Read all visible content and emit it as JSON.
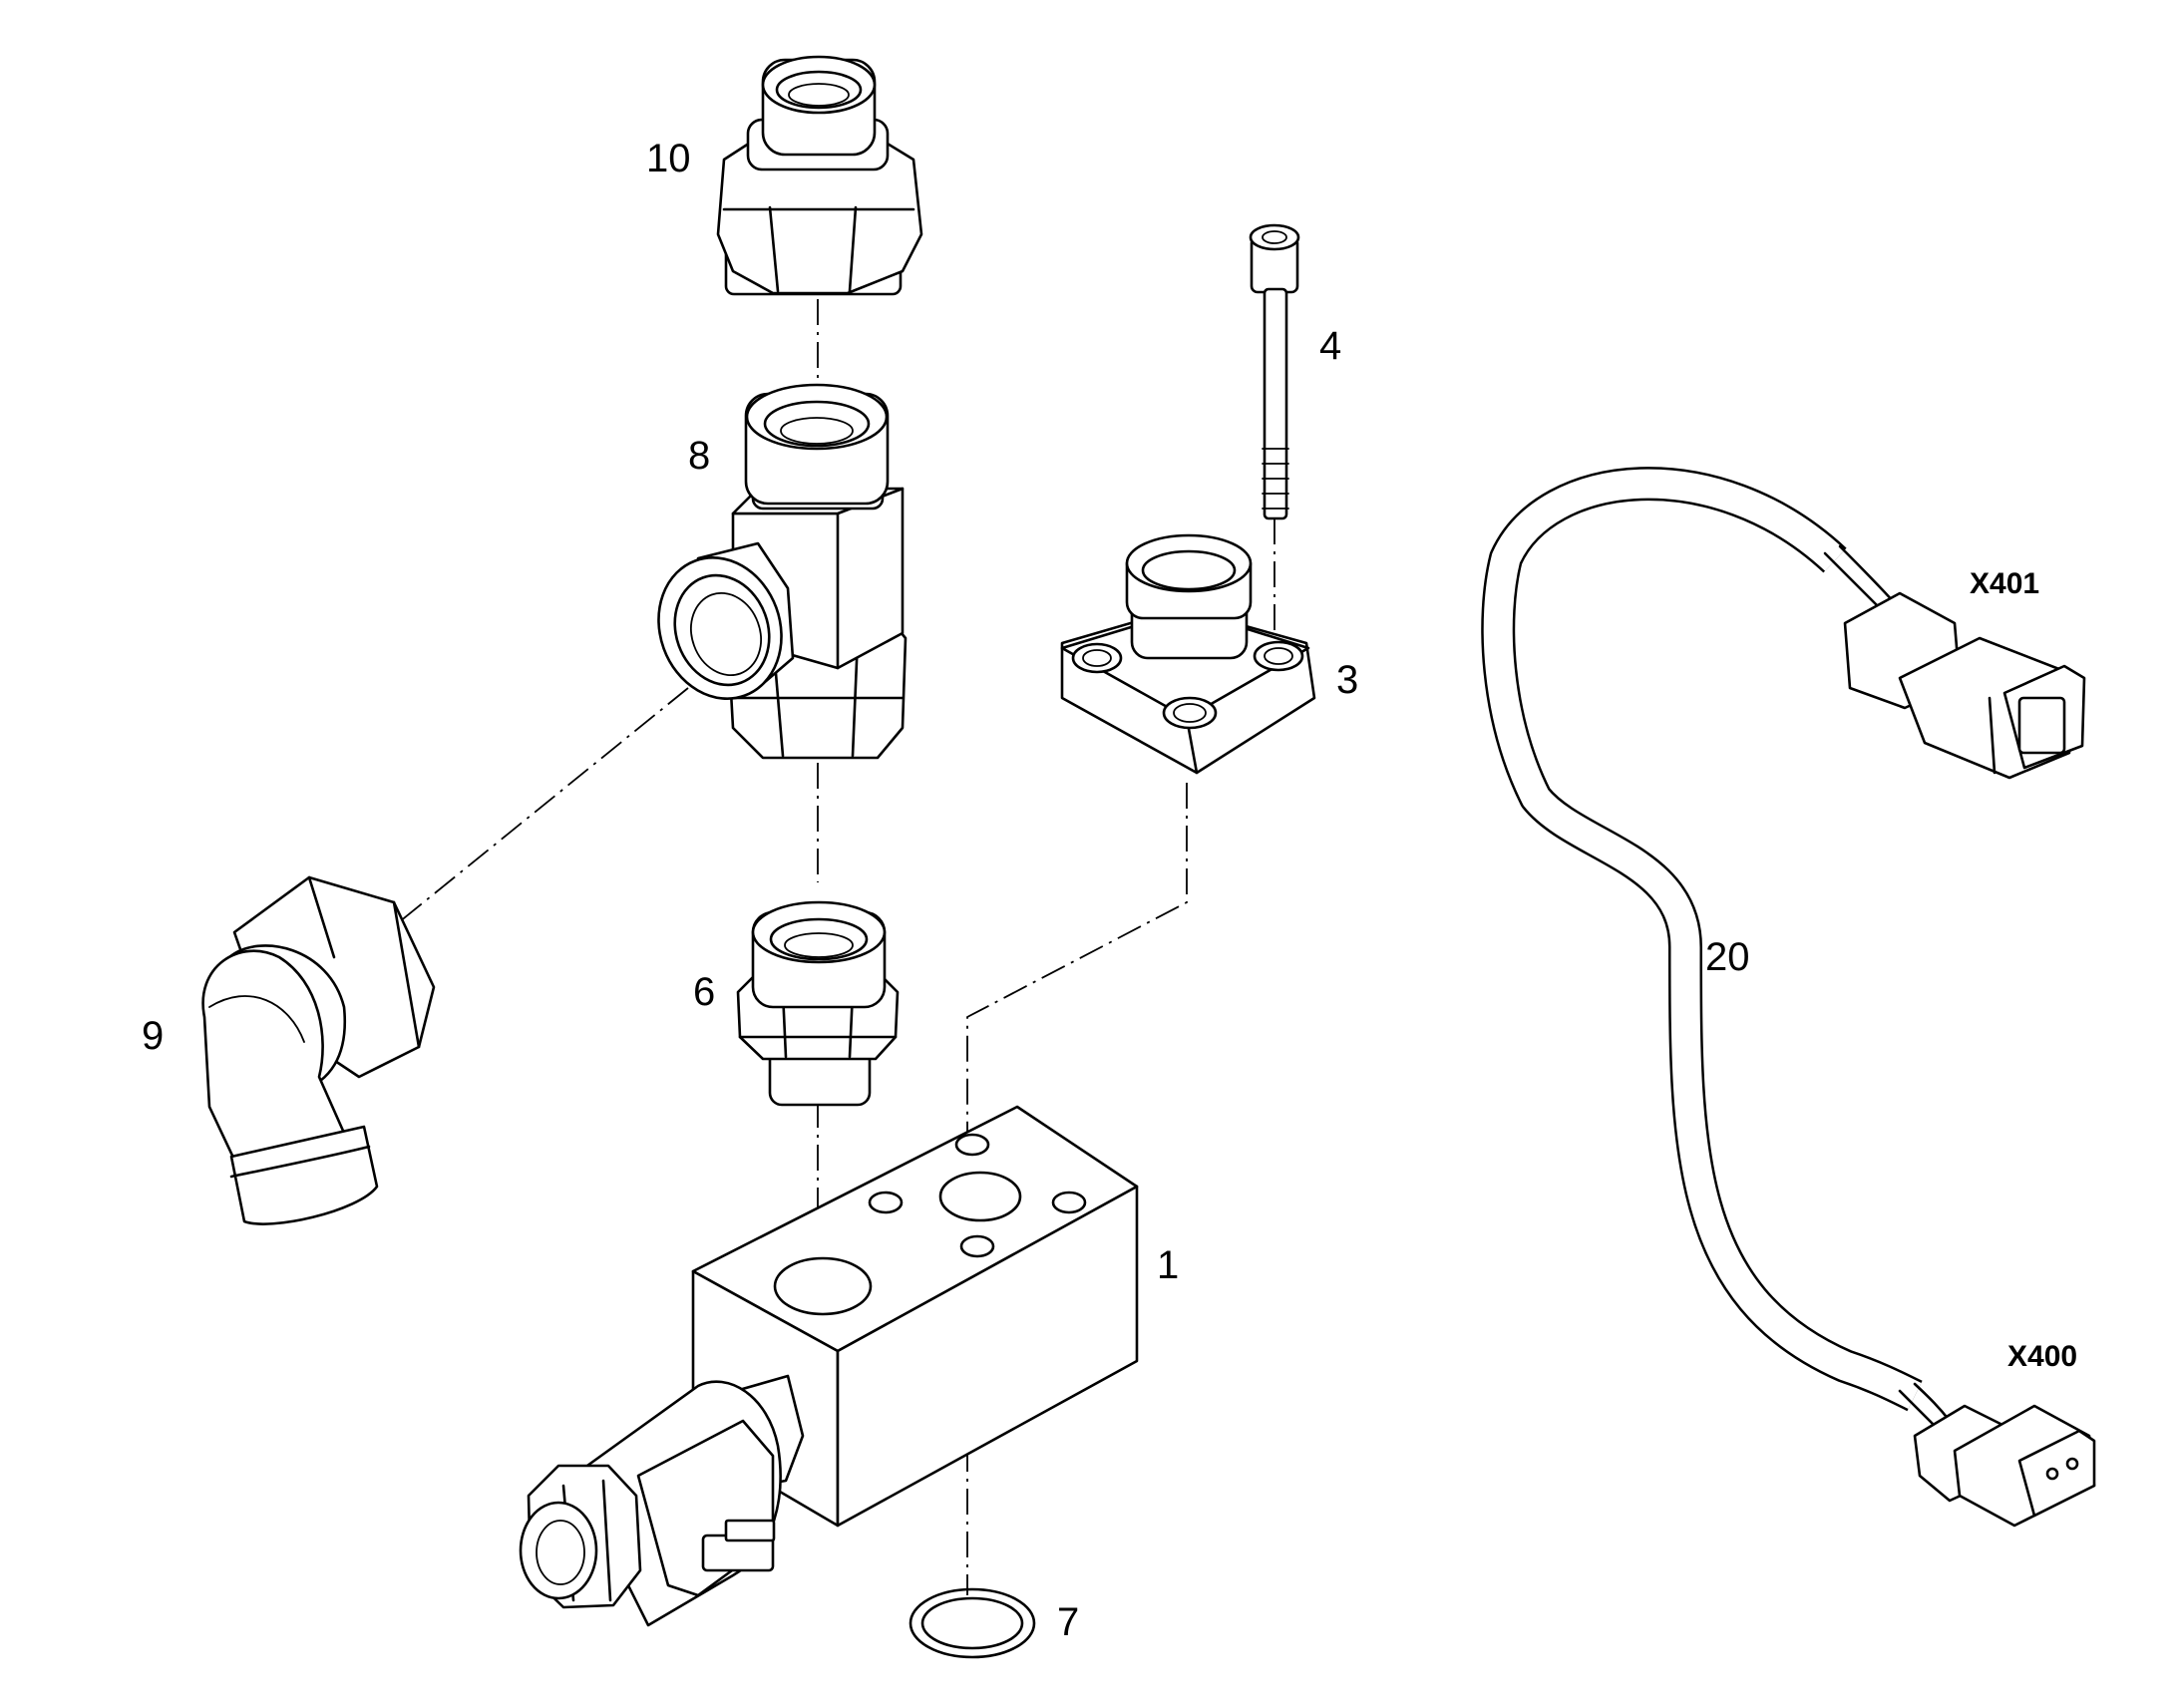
{
  "callouts": {
    "block": "1",
    "flange": "3",
    "screw": "4",
    "adapter": "6",
    "o_ring": "7",
    "tee_fitting": "8",
    "elbow_fitting": "9",
    "union_nut": "10",
    "cable_harness": "20"
  },
  "connectors": {
    "upper": "X401",
    "lower": "X400"
  }
}
